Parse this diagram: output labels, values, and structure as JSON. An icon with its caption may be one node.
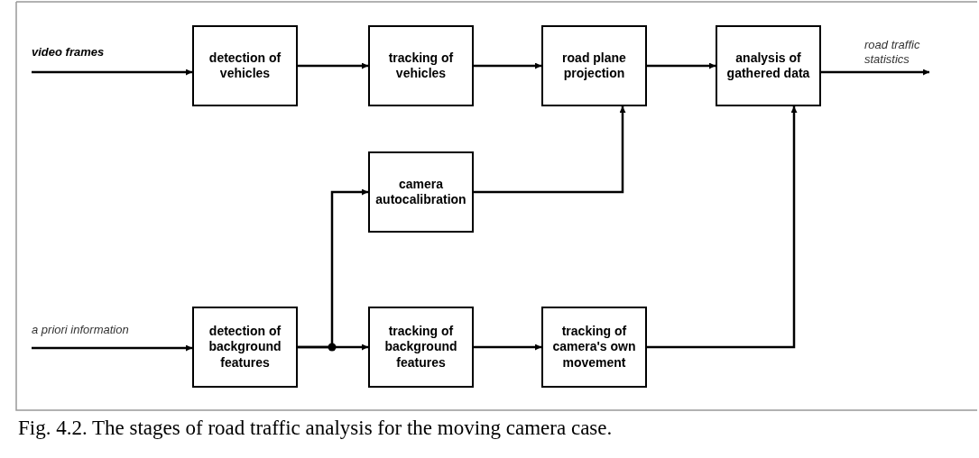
{
  "diagram": {
    "caption": "Fig. 4.2. The stages of road traffic analysis for the moving camera case.",
    "nodes": [
      {
        "text": [
          "video frames"
        ]
      },
      {
        "text": [
          "detection of vehicles"
        ]
      },
      {
        "text": [
          "tracking of vehicles"
        ]
      },
      {
        "text": [
          "road plane projection"
        ]
      },
      {
        "text": [
          "analysis of gathered data"
        ]
      },
      {
        "text": [
          "road traffic statistics"
        ]
      },
      {
        "text": [
          "camera autocalibration"
        ]
      },
      {
        "text": [
          "a priori information"
        ]
      },
      {
        "text": [
          "detection of background features"
        ]
      },
      {
        "text": [
          "tracking  of background features"
        ]
      },
      {
        "text": [
          "tracking of camera's own movement"
        ]
      }
    ],
    "edges": [
      {
        "from": 0,
        "to": 1,
        "arrow": "to"
      },
      {
        "from": 1,
        "to": 2,
        "arrow": "to"
      },
      {
        "from": 2,
        "to": 3,
        "arrow": "to"
      },
      {
        "from": 3,
        "to": 4,
        "arrow": "to"
      },
      {
        "from": 4,
        "to": 5,
        "arrow": "to"
      },
      {
        "from": 8,
        "to": 6,
        "arrow": "to"
      },
      {
        "from": 8,
        "to": 9,
        "arrow": "to"
      },
      {
        "from": 6,
        "to": 3,
        "arrow": "to"
      },
      {
        "from": 7,
        "to": 8,
        "arrow": "to"
      },
      {
        "from": 9,
        "to": 10,
        "arrow": "to"
      },
      {
        "from": 10,
        "to": 4,
        "arrow": "to"
      }
    ]
  }
}
